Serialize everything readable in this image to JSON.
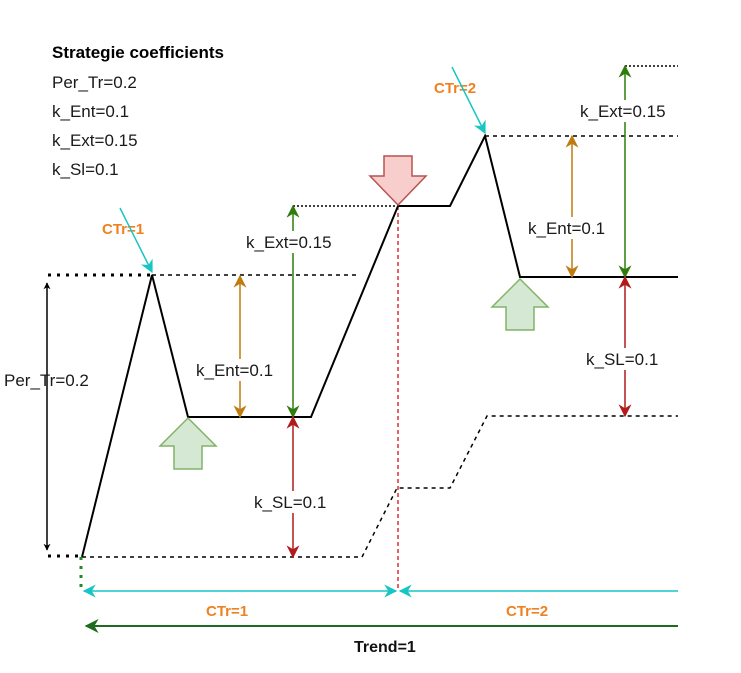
{
  "coefficients": {
    "title": "Strategie coefficients",
    "items": [
      "Per_Tr=0.2",
      "k_Ent=0.1",
      "k_Ext=0.15",
      "k_Sl=0.1"
    ]
  },
  "labels": {
    "per_tr": "Per_Tr=0.2",
    "k_ext_1": "k_Ext=0.15",
    "k_ent_1": "k_Ent=0.1",
    "k_sl_1": "k_SL=0.1",
    "k_ext_2": "k_Ext=0.15",
    "k_ent_2": "k_Ent=0.1",
    "k_sl_2": "k_SL=0.1",
    "ctr_1_top": "CTr=1",
    "ctr_2_top": "CTr=2",
    "ctr_1_bottom": "CTr=1",
    "ctr_2_bottom": "CTr=2",
    "trend": "Trend=1"
  },
  "colors": {
    "cyan": "#17c5c5",
    "orange": "#f0811f",
    "dark_green": "#1f6b1f",
    "green": "#2e7d0c",
    "gold": "#c07b10",
    "red": "#b11b1b",
    "buy_fill": "#d5e8d4",
    "buy_stroke": "#82b366",
    "sell_fill": "#f8cecc",
    "sell_stroke": "#b85450"
  }
}
